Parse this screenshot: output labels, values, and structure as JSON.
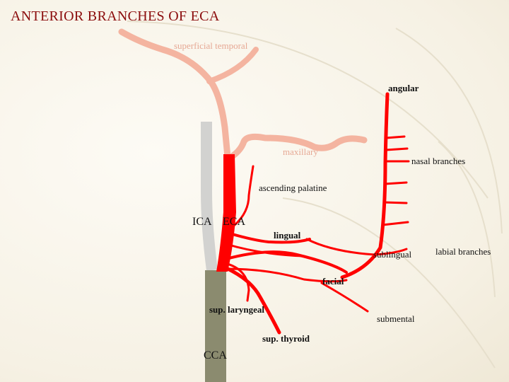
{
  "title": "ANTERIOR BRANCHES OF ECA",
  "labels": {
    "superficial_temporal": "superficial temporal",
    "angular": "angular",
    "maxillary": "maxillary",
    "nasal_branches": "nasal branches",
    "ascending_palatine": "ascending palatine",
    "ica": "ICA",
    "eca": "ECA",
    "lingual": "lingual",
    "sublingual": "sublingual",
    "labial_branches": "labial branches",
    "facial": "facial",
    "sup_laryngeal": "sup. laryngeal",
    "submental": "submental",
    "sup_thyroid": "sup. thyroid",
    "cca": "CCA"
  },
  "colors": {
    "artery": "#ff0000",
    "faded_artery": "#f4b4a0",
    "ica_vessel": "#d2d2d0",
    "cca_vessel": "#8b8b6f",
    "title": "#8b0d0d"
  }
}
